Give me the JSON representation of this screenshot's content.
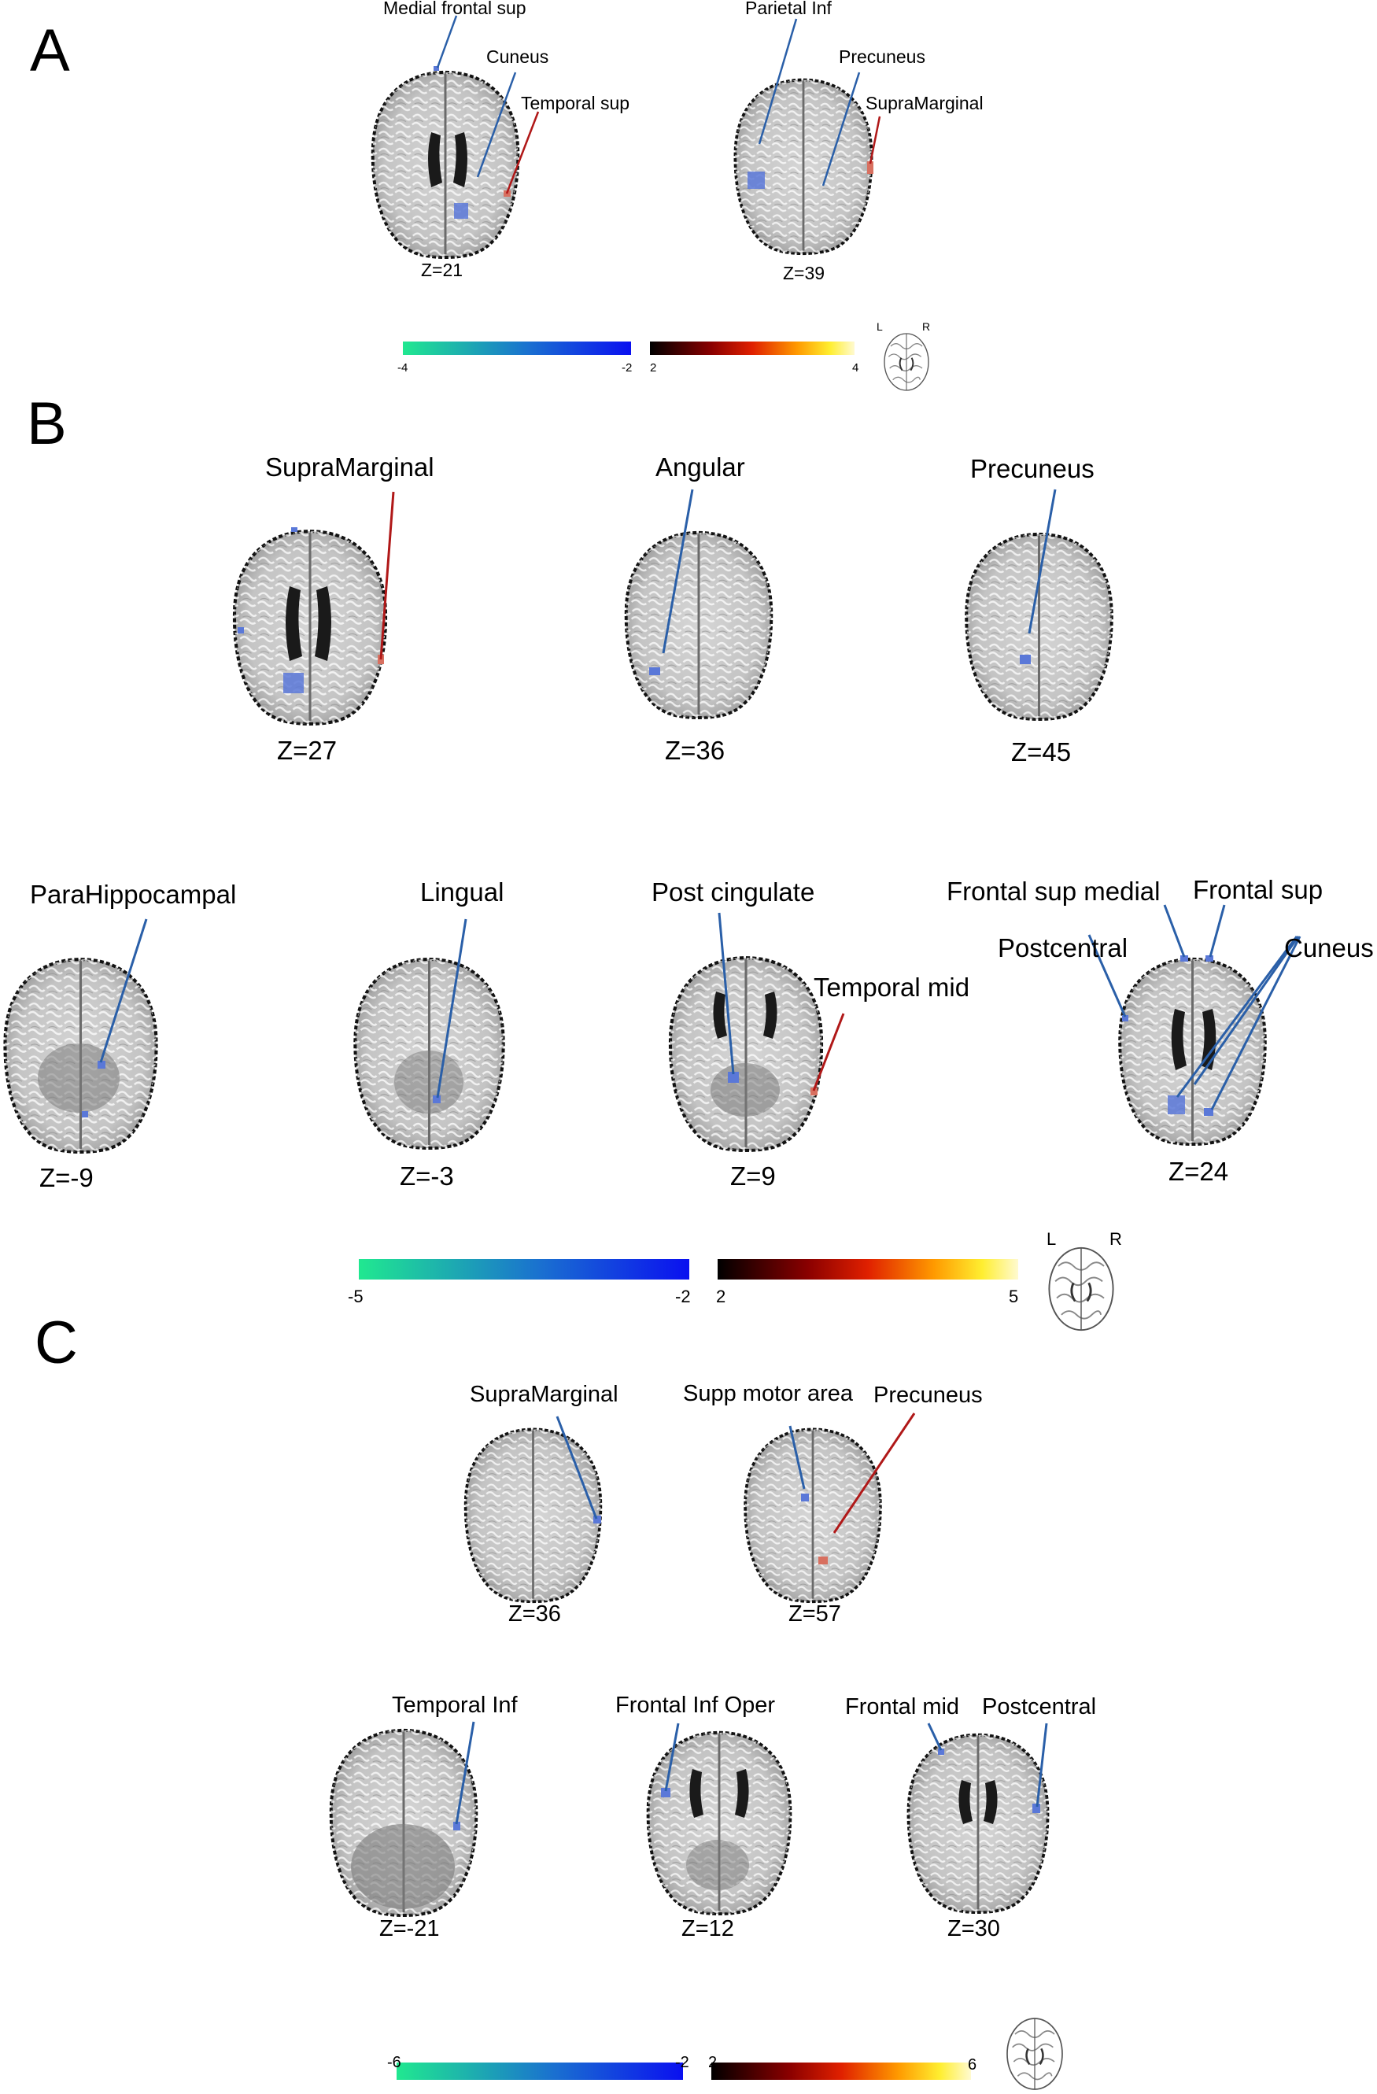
{
  "panels": {
    "A": {
      "letter": "A",
      "slices": [
        {
          "z": "Z=21",
          "labels": [
            "Medial frontal sup",
            "Cuneus",
            "Temporal sup"
          ]
        },
        {
          "z": "Z=39",
          "labels": [
            "Parietal Inf",
            "Precuneus",
            "SupraMarginal"
          ]
        }
      ],
      "colorbar": {
        "neg_min": "-4",
        "neg_max": "-2",
        "pos_min": "2",
        "pos_max": "4"
      },
      "orientation": {
        "left": "L",
        "right": "R"
      }
    },
    "B": {
      "letter": "B",
      "slices": [
        {
          "z": "Z=27",
          "labels": [
            "SupraMarginal"
          ]
        },
        {
          "z": "Z=36",
          "labels": [
            "Angular"
          ]
        },
        {
          "z": "Z=45",
          "labels": [
            "Precuneus"
          ]
        },
        {
          "z": "Z=-9",
          "labels": [
            "ParaHippocampal"
          ]
        },
        {
          "z": "Z=-3",
          "labels": [
            "Lingual"
          ]
        },
        {
          "z": "Z=9",
          "labels": [
            "Post cingulate",
            "Temporal mid"
          ]
        },
        {
          "z": "Z=24",
          "labels": [
            "Frontal sup medial",
            "Frontal sup",
            "Postcentral",
            "Cuneus"
          ]
        }
      ],
      "colorbar": {
        "neg_min": "-5",
        "neg_max": "-2",
        "pos_min": "2",
        "pos_max": "5"
      },
      "orientation": {
        "left": "L",
        "right": "R"
      }
    },
    "C": {
      "letter": "C",
      "slices": [
        {
          "z": "Z=36",
          "labels": [
            "SupraMarginal"
          ]
        },
        {
          "z": "Z=57",
          "labels": [
            "Supp motor area",
            "Precuneus"
          ]
        },
        {
          "z": "Z=-21",
          "labels": [
            "Temporal Inf"
          ]
        },
        {
          "z": "Z=12",
          "labels": [
            "Frontal Inf Oper"
          ]
        },
        {
          "z": "Z=30",
          "labels": [
            "Frontal mid",
            "Postcentral"
          ]
        }
      ],
      "colorbar": {
        "neg_min": "-6",
        "neg_max": "-2",
        "pos_min": "2",
        "pos_max": "6"
      }
    }
  },
  "colors": {
    "negative_line": "#2a5fa8",
    "positive_line": "#b01818",
    "neg_cluster": "#5a78d8",
    "pos_cluster": "#d87060",
    "neg_bar_start": "#20e890",
    "neg_bar_end": "#0a10f0",
    "pos_bar_start": "#000000",
    "pos_bar_mid": "#e02000",
    "pos_bar_end": "#fffad0"
  }
}
